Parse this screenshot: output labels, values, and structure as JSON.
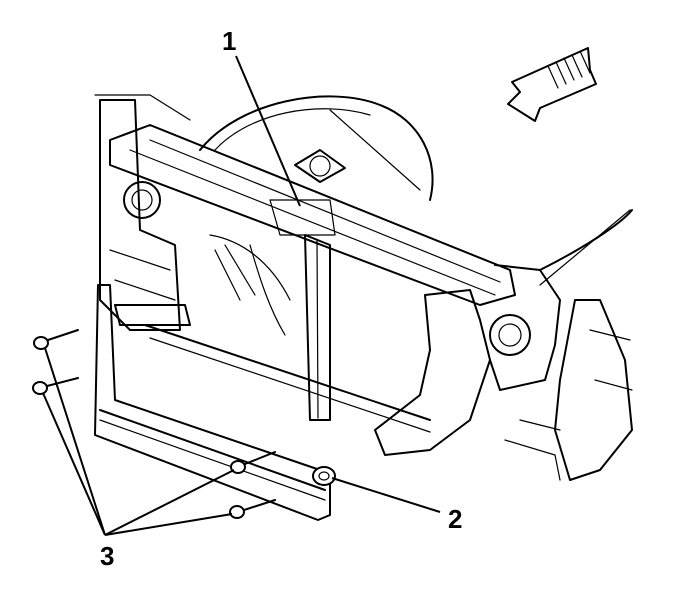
{
  "callouts": {
    "c1": "1",
    "c2": "2",
    "c3": "3"
  },
  "icons": {
    "direction_arrow": "front-direction-arrow-icon"
  },
  "colors": {
    "line": "#000000",
    "background": "#ffffff"
  }
}
